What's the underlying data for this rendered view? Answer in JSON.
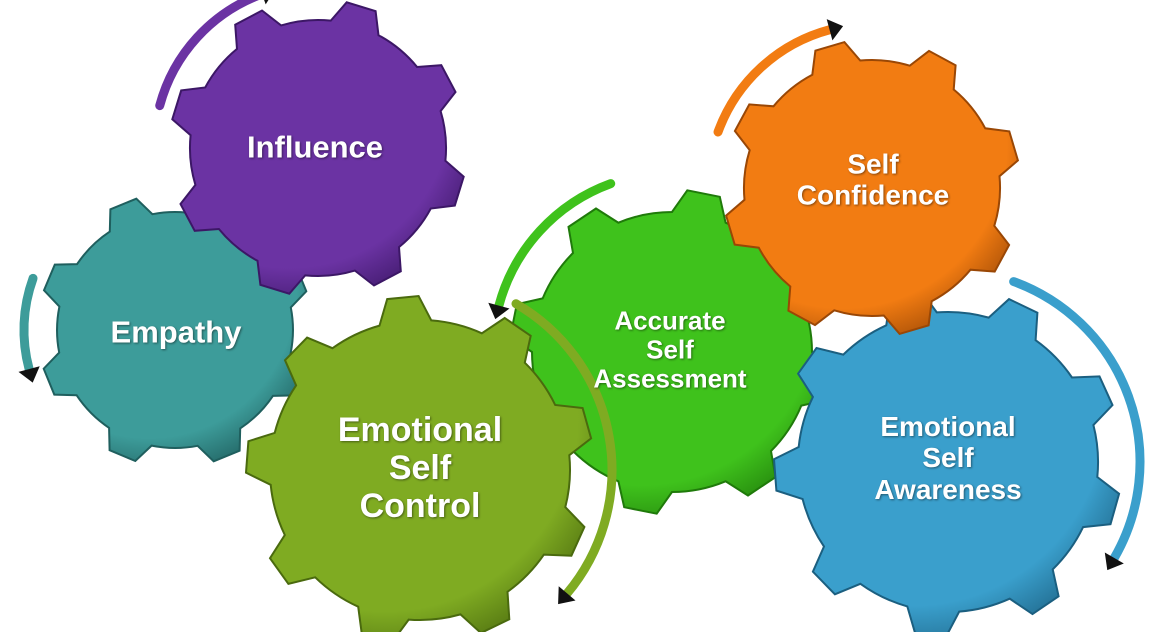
{
  "gears": [
    {
      "id": "empathy",
      "label": "Empathy",
      "color": "#3d9c9a",
      "dark": "#1f5f5e",
      "rotation": "counterclockwise"
    },
    {
      "id": "influence",
      "label": "Influence",
      "color": "#6b33a3",
      "dark": "#3c1766",
      "rotation": "clockwise"
    },
    {
      "id": "accurate",
      "label": "Accurate Self Assessment",
      "lines": [
        "Accurate",
        "Self",
        "Assessment"
      ],
      "color": "#3fc21c",
      "dark": "#1f7a0a",
      "rotation": "counterclockwise"
    },
    {
      "id": "control",
      "label": "Emotional Self Control",
      "lines": [
        "Emotional",
        "Self",
        "Control"
      ],
      "color": "#7fab22",
      "dark": "#4a6a0e",
      "rotation": "clockwise"
    },
    {
      "id": "awareness",
      "label": "Emotional Self Awareness",
      "lines": [
        "Emotional",
        "Self",
        "Awareness"
      ],
      "color": "#3a9fcc",
      "dark": "#1b5f80",
      "rotation": "clockwise"
    },
    {
      "id": "confidence",
      "label": "Self Confidence",
      "lines": [
        "Self",
        "Confidence"
      ],
      "color": "#f27c12",
      "dark": "#9a4705",
      "rotation": "clockwise"
    }
  ]
}
